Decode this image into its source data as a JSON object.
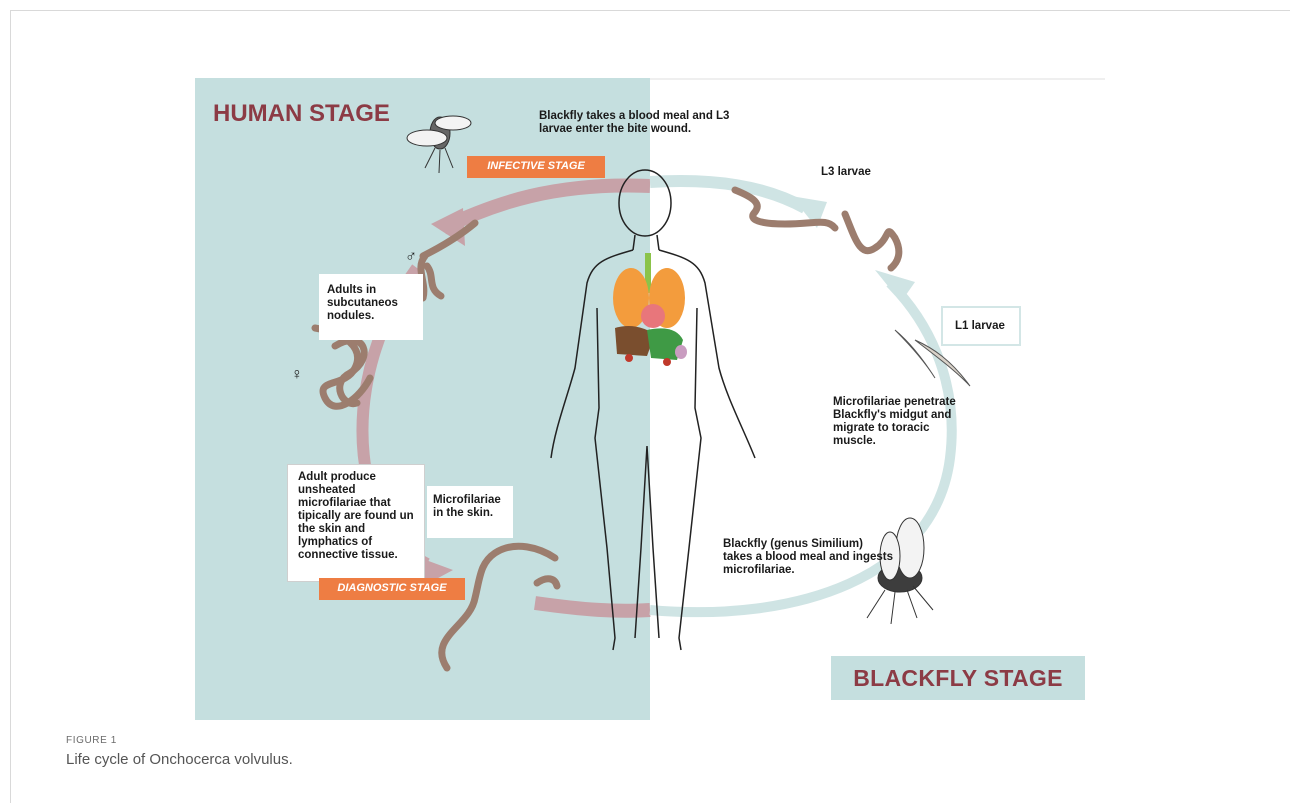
{
  "figure": {
    "human_stage_title": "HUMAN STAGE",
    "blackfly_stage_title": "BLACKFLY STAGE",
    "blood_meal_text": "Blackfly takes a blood meal and L3 larvae enter the bite wound.",
    "infective_stage_tag": "INFECTIVE STAGE",
    "diagnostic_stage_tag": "DIAGNOSTIC STAGE",
    "l3_larvae": "L3 larvae",
    "l1_larvae": "L1 larvae",
    "adults_nodules": "Adults in subcutaneos nodules.",
    "adult_produce": "Adult produce unsheated microfilariae that tipically are found un the skin and lymphatics of connective tissue.",
    "microfilariae_skin": "Microfilariae in the skin.",
    "microfilariae_penetrate": "Microfilariae penetrate Blackfly's midgut and migrate to toracic muscle.",
    "blackfly_ingests": "Blackfly (genus Similium) takes a blood meal and ingests microfilariae.",
    "male_symbol": "♂",
    "female_symbol": "♀"
  },
  "caption": {
    "label": "FIGURE 1",
    "text": "Life cycle of Onchocerca volvulus."
  },
  "colors": {
    "human_panel": "#c5dfdf",
    "stage_title": "#8c3b45",
    "stage_tag": "#ee7d43",
    "cycle_arrow_human": "#c7a2a8",
    "cycle_arrow_blackfly": "#cfe4e4",
    "worm": "#9c7d6e"
  },
  "icons": [
    "blackfly-icon",
    "human-body-icon",
    "worm-icon",
    "larva-icon"
  ]
}
